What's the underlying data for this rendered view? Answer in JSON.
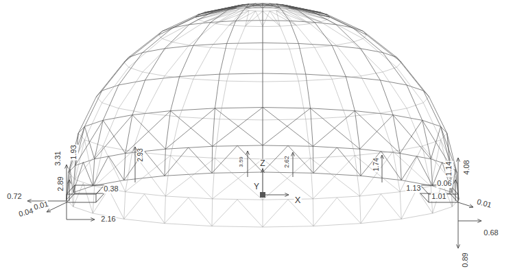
{
  "diagram": {
    "labels": [
      "3.31",
      "1.93",
      "2.89",
      "0.72",
      "0.04",
      "0.01",
      "0.38",
      "2.16",
      "2.93",
      "3.59",
      "2.62",
      "1.74",
      "1.14",
      "4.08",
      "1.13",
      "0.06",
      "1.01",
      "0.01",
      "0.68",
      "0.89",
      "Z",
      "Y",
      "X"
    ]
  }
}
